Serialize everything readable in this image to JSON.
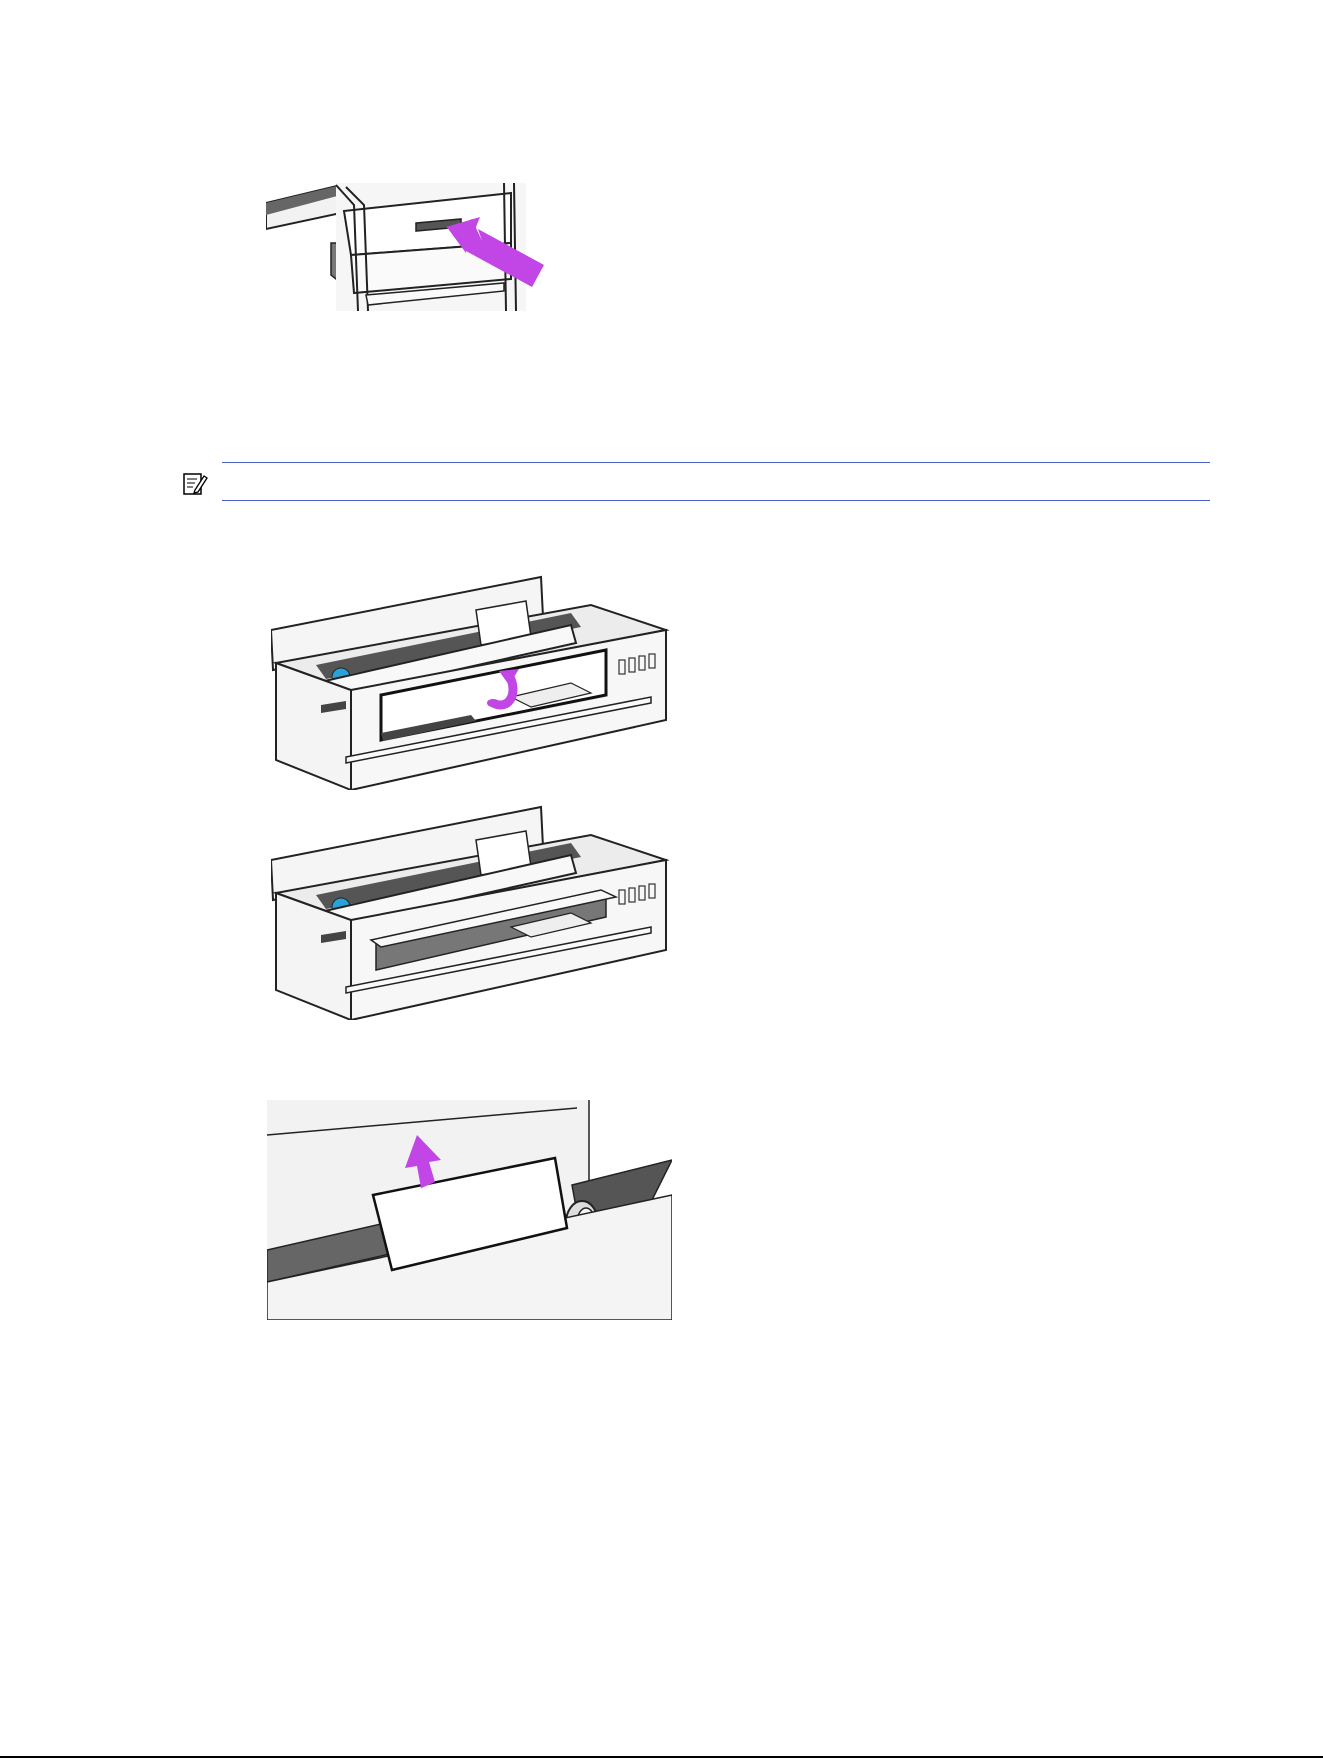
{
  "note": {
    "icon": "note-pencil-icon",
    "text": ""
  },
  "colors": {
    "accent_arrow": "#c245e6",
    "note_rule": "#4a63c7",
    "spindle_blue": "#2aa2d8",
    "printer_gray": "#eeeeee",
    "slot_dark": "#7a7a7a"
  },
  "figures": [
    {
      "name": "press-lever-button",
      "icon": "arrow-icon"
    },
    {
      "name": "open-window-rotate",
      "icon": "rotate-arrow-icon"
    },
    {
      "name": "window-opened",
      "icon": ""
    },
    {
      "name": "pull-sheet-up",
      "icon": "up-arrow-icon"
    }
  ]
}
